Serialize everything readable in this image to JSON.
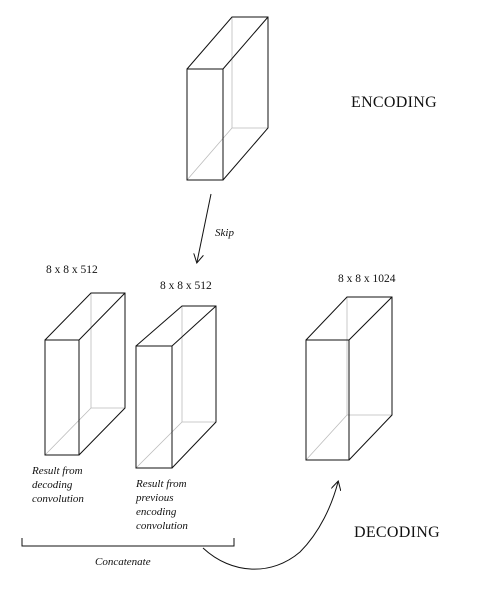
{
  "labels": {
    "encoding": "ENCODING",
    "decoding": "DECODING",
    "skip": "Skip",
    "concatenate": "Concatenate"
  },
  "blocks": {
    "decoding_result": {
      "dims": "8 x 8 x 512",
      "caption": [
        "Result from",
        "decoding",
        "convolution"
      ]
    },
    "encoding_result": {
      "dims": "8 x 8 x 512",
      "caption": [
        "Result from",
        "previous",
        "encoding",
        "convolution"
      ]
    },
    "concatenated": {
      "dims": "8 x 8 x 1024"
    }
  }
}
